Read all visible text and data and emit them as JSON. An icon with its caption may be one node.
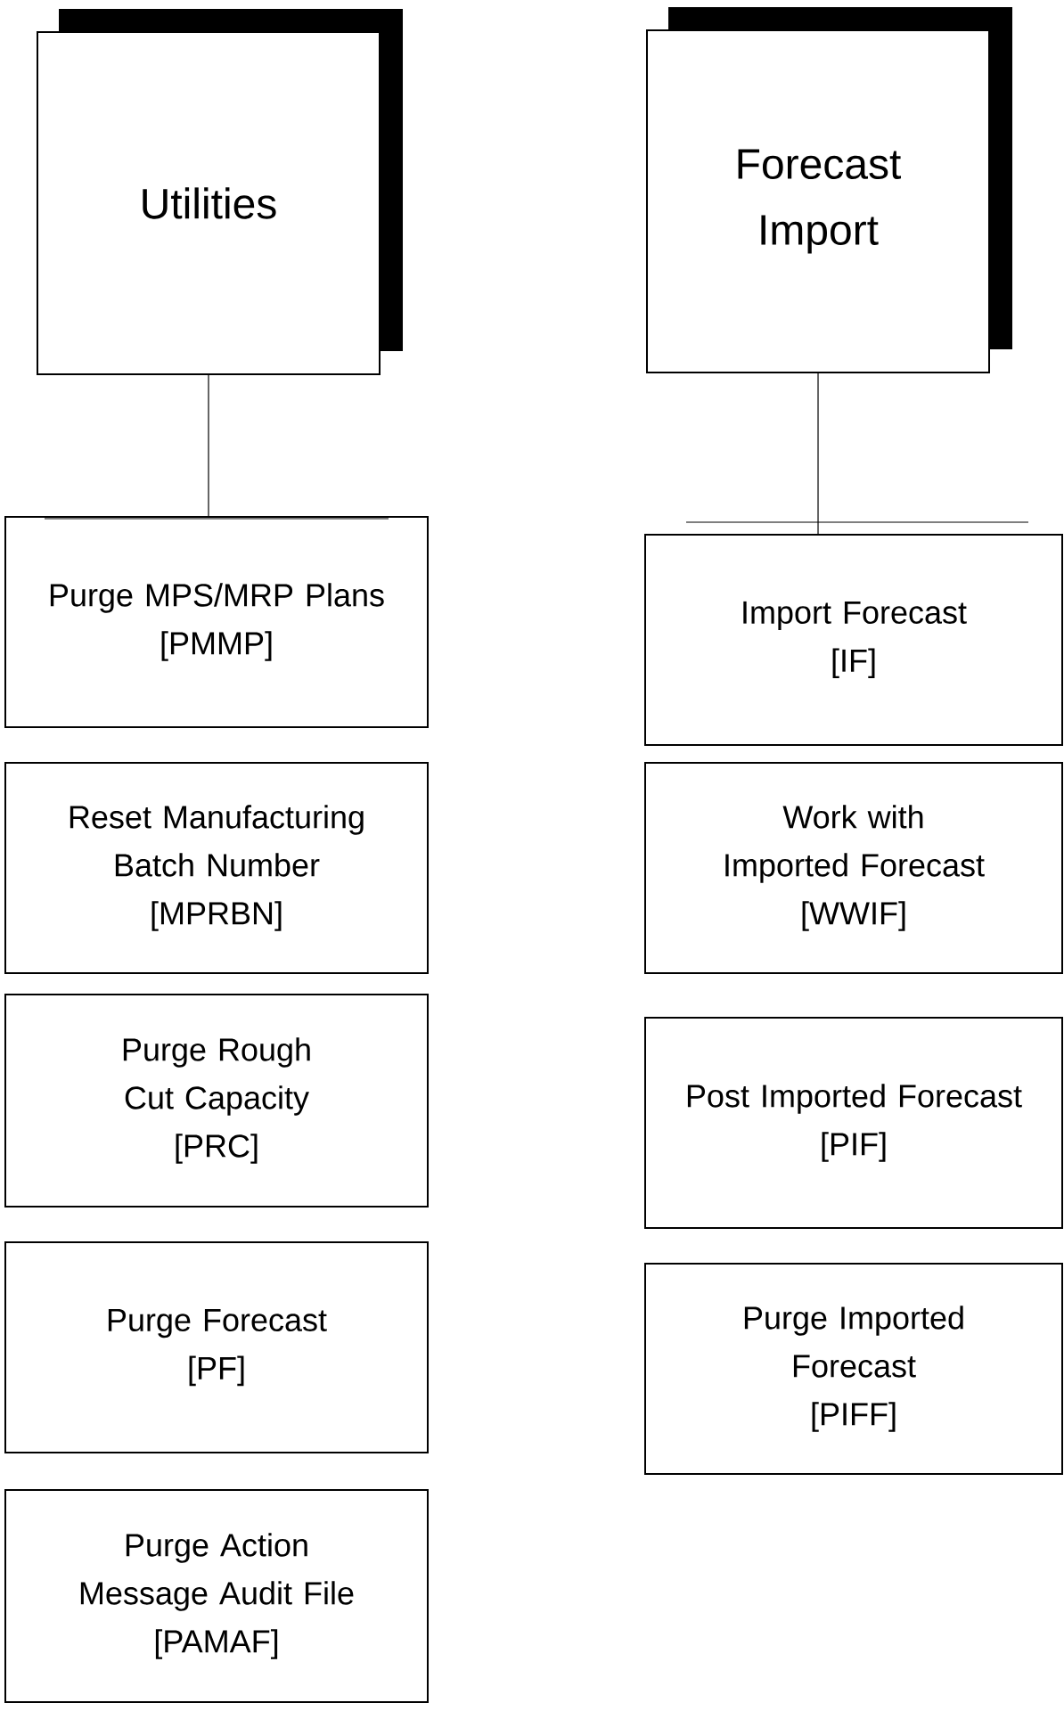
{
  "diagram": {
    "nodes": [
      {
        "text": [
          "Utilities"
        ]
      },
      {
        "text": [
          "Forecast Import"
        ]
      },
      {
        "text": [
          "Purge MPS/MRP Plans",
          "[PMMP]"
        ]
      },
      {
        "text": [
          "Reset Manufacturing Batch Number",
          "[MPRBN]"
        ]
      },
      {
        "text": [
          "Purge Rough Cut Capacity",
          "[PRC]"
        ]
      },
      {
        "text": [
          "Purge Forecast",
          "[PF]"
        ]
      },
      {
        "text": [
          "Purge Action Message Audit File",
          "[PAMAF]"
        ]
      },
      {
        "text": [
          "Import Forecast",
          "[IF]"
        ]
      },
      {
        "text": [
          "Work with Imported Forecast",
          "[WWIF]"
        ]
      },
      {
        "text": [
          "Post Imported Forecast",
          "[PIF]"
        ]
      },
      {
        "text": [
          "Purge Imported Forecast",
          "[PIFF]"
        ]
      }
    ],
    "edges": [
      {
        "from": 0,
        "to": 2,
        "arrow": "none"
      },
      {
        "from": 1,
        "to": 7,
        "arrow": "none"
      }
    ]
  }
}
